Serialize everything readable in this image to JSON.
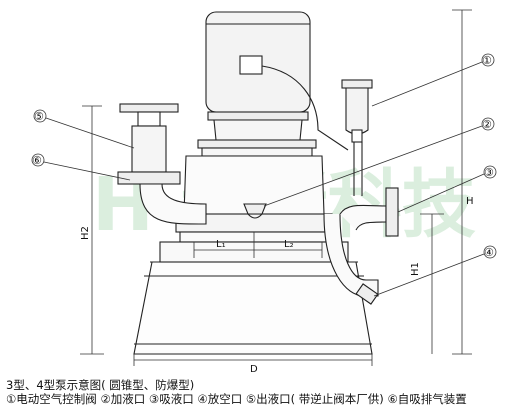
{
  "watermark": "H 青佬科技",
  "callouts": [
    "①",
    "②",
    "③",
    "④",
    "⑤",
    "⑥"
  ],
  "dimensions": {
    "L1": "L₁",
    "L2": "L₂",
    "H": "H",
    "H1": "H1",
    "H2": "H2",
    "D": "D"
  },
  "caption": {
    "title": "3型、4型泵示意图( 圆锥型、防爆型)",
    "legend": "①电动空气控制阀 ②加液口 ③吸液口 ④放空口 ⑤出液口( 带逆止阀本厂供) ⑥自吸排气装置"
  }
}
